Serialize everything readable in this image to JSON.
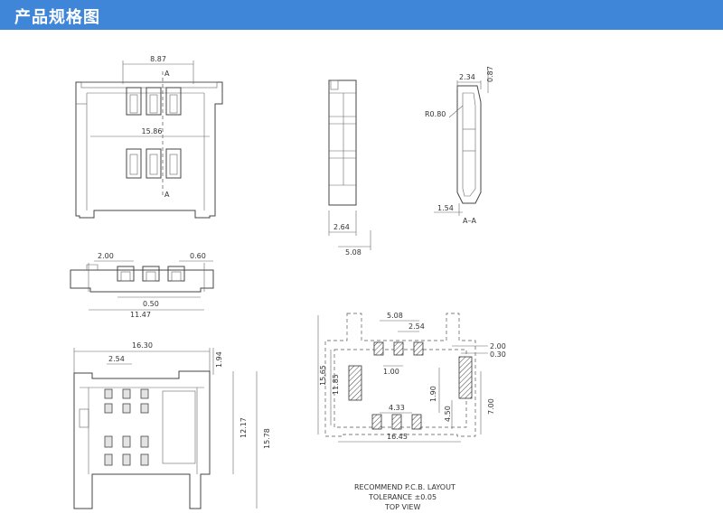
{
  "header": {
    "title": "产品规格图",
    "color": "#3f86d9"
  },
  "top_view": {
    "width_label": "8.87",
    "length_label": "15.86",
    "section_top": "A",
    "section_bottom": "A"
  },
  "side_view": {
    "height_label": "2.64",
    "offset_label": "5.08"
  },
  "section_view": {
    "w_top": "2.34",
    "h_top": "0.87",
    "radius": "R0.80",
    "w_bottom": "1.54",
    "name": "A–A"
  },
  "front_view": {
    "pitch": "2.00",
    "pin": "0.60",
    "gap": "0.50",
    "total": "11.47"
  },
  "bottom_view": {
    "width": "16.30",
    "pitch": "2.54",
    "offset": "1.94",
    "h1": "12.17",
    "h2": "15.78"
  },
  "layout": {
    "pitch_top": "5.08",
    "pitch_sub": "2.54",
    "h_outer": "15.65",
    "h_inner": "11.85",
    "pad_gap": "1.00",
    "pad_w": "2.00",
    "pad_sub": "0.30",
    "v_gap": "1.90",
    "pad_pitch": "4.33",
    "h_pad": "4.50",
    "h_right": "7.00",
    "width": "16.45",
    "caption1": "RECOMMEND P.C.B. LAYOUT",
    "caption2": "TOLERANCE ±0.05",
    "caption3": "TOP VIEW"
  }
}
